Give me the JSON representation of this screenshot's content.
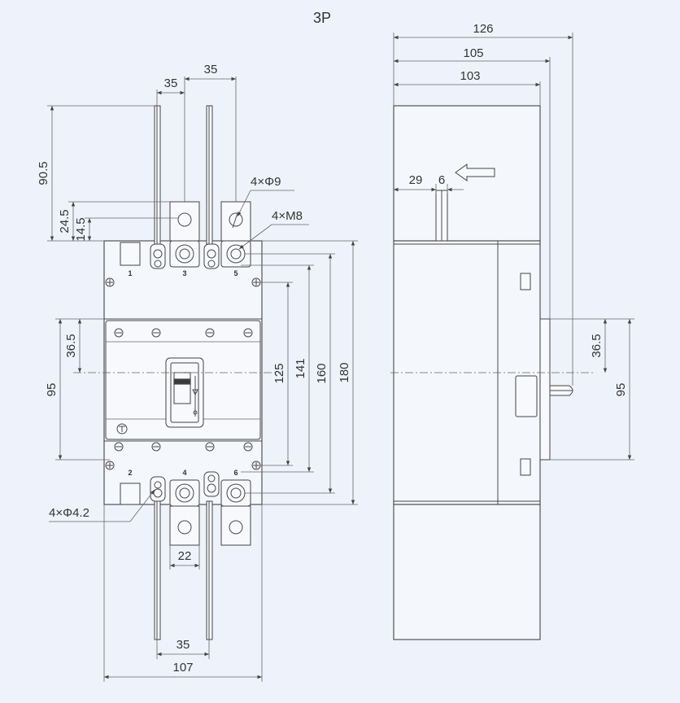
{
  "title": "3P",
  "front_view": {
    "dims": {
      "top_pitch_left": "35",
      "top_pitch_right": "35",
      "height_90_5": "90.5",
      "height_24_5": "24.5",
      "height_14_5": "14.5",
      "center_36_5": "36.5",
      "mount_95": "95",
      "mount_125": "125",
      "mount_141": "141",
      "mount_160": "160",
      "total_180": "180",
      "terminal_22": "22",
      "bottom_pitch_35": "35",
      "width_107": "107"
    },
    "callouts": {
      "holes_phi9": "4×Φ9",
      "screws_m8": "4×M8",
      "holes_phi4_2": "4×Φ4.2"
    },
    "terminal_labels": [
      "1",
      "3",
      "5",
      "2",
      "4",
      "6"
    ]
  },
  "side_view": {
    "dims": {
      "depth_126": "126",
      "depth_105": "105",
      "depth_103": "103",
      "handle_29": "29",
      "handle_6": "6",
      "center_36_5": "36.5",
      "mount_95": "95"
    },
    "arrow_icon": "left-arrow-icon"
  }
}
